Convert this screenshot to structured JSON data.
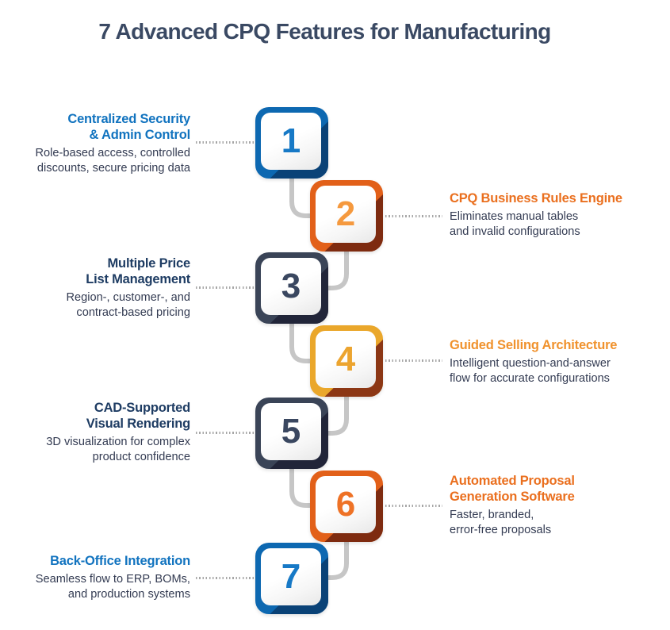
{
  "title": "7 Advanced CPQ Features for Manufacturing",
  "palette": {
    "background": "#ffffff",
    "title_color": "#3a4963",
    "description_color": "#333b52",
    "connector_color": "#c6c6c6",
    "dotted_line_color": "#a6a6a6"
  },
  "items": [
    {
      "number": "1",
      "side": "left",
      "heading_lines": [
        "Centralized Security",
        "& Admin Control"
      ],
      "desc_lines": [
        "Role-based access, controlled",
        "discounts, secure pricing data"
      ],
      "colors": {
        "box": "#0d68b1",
        "number": "#1779c6",
        "wedge": "#0a4277",
        "heading": "#1173bf"
      }
    },
    {
      "number": "2",
      "side": "right",
      "heading_lines": [
        "CPQ Business Rules Engine"
      ],
      "desc_lines": [
        "Eliminates manual tables",
        "and invalid configurations"
      ],
      "colors": {
        "box": "#e26019",
        "number": "#f5993e",
        "wedge": "#7e2b10",
        "heading": "#ea6f1e"
      }
    },
    {
      "number": "3",
      "side": "left",
      "heading_lines": [
        "Multiple Price",
        "List Management"
      ],
      "desc_lines": [
        "Region-, customer-, and",
        "contract-based pricing"
      ],
      "colors": {
        "box": "#3a4457",
        "number": "#3a4760",
        "wedge": "#212539",
        "heading": "#1e3c63"
      }
    },
    {
      "number": "4",
      "side": "right",
      "heading_lines": [
        "Guided Selling Architecture"
      ],
      "desc_lines": [
        "Intelligent question-and-answer",
        "flow for accurate configurations"
      ],
      "colors": {
        "box": "#eaa72b",
        "number": "#eca42f",
        "wedge": "#8c3715",
        "heading": "#f0922d"
      }
    },
    {
      "number": "5",
      "side": "left",
      "heading_lines": [
        "CAD-Supported",
        "Visual Rendering"
      ],
      "desc_lines": [
        "3D visualization for complex",
        "product confidence"
      ],
      "colors": {
        "box": "#3a4457",
        "number": "#3a4760",
        "wedge": "#212539",
        "heading": "#1e3c63"
      }
    },
    {
      "number": "6",
      "side": "right",
      "heading_lines": [
        "Automated Proposal",
        "Generation Software"
      ],
      "desc_lines": [
        "Faster, branded,",
        "error-free proposals"
      ],
      "colors": {
        "box": "#e26019",
        "number": "#ee7226",
        "wedge": "#7e2b10",
        "heading": "#ea6f1e"
      }
    },
    {
      "number": "7",
      "side": "left",
      "heading_lines": [
        "Back-Office Integration"
      ],
      "desc_lines": [
        "Seamless flow to ERP, BOMs,",
        "and production systems"
      ],
      "colors": {
        "box": "#0d68b1",
        "number": "#1779c6",
        "wedge": "#0a4277",
        "heading": "#1173bf"
      }
    }
  ]
}
